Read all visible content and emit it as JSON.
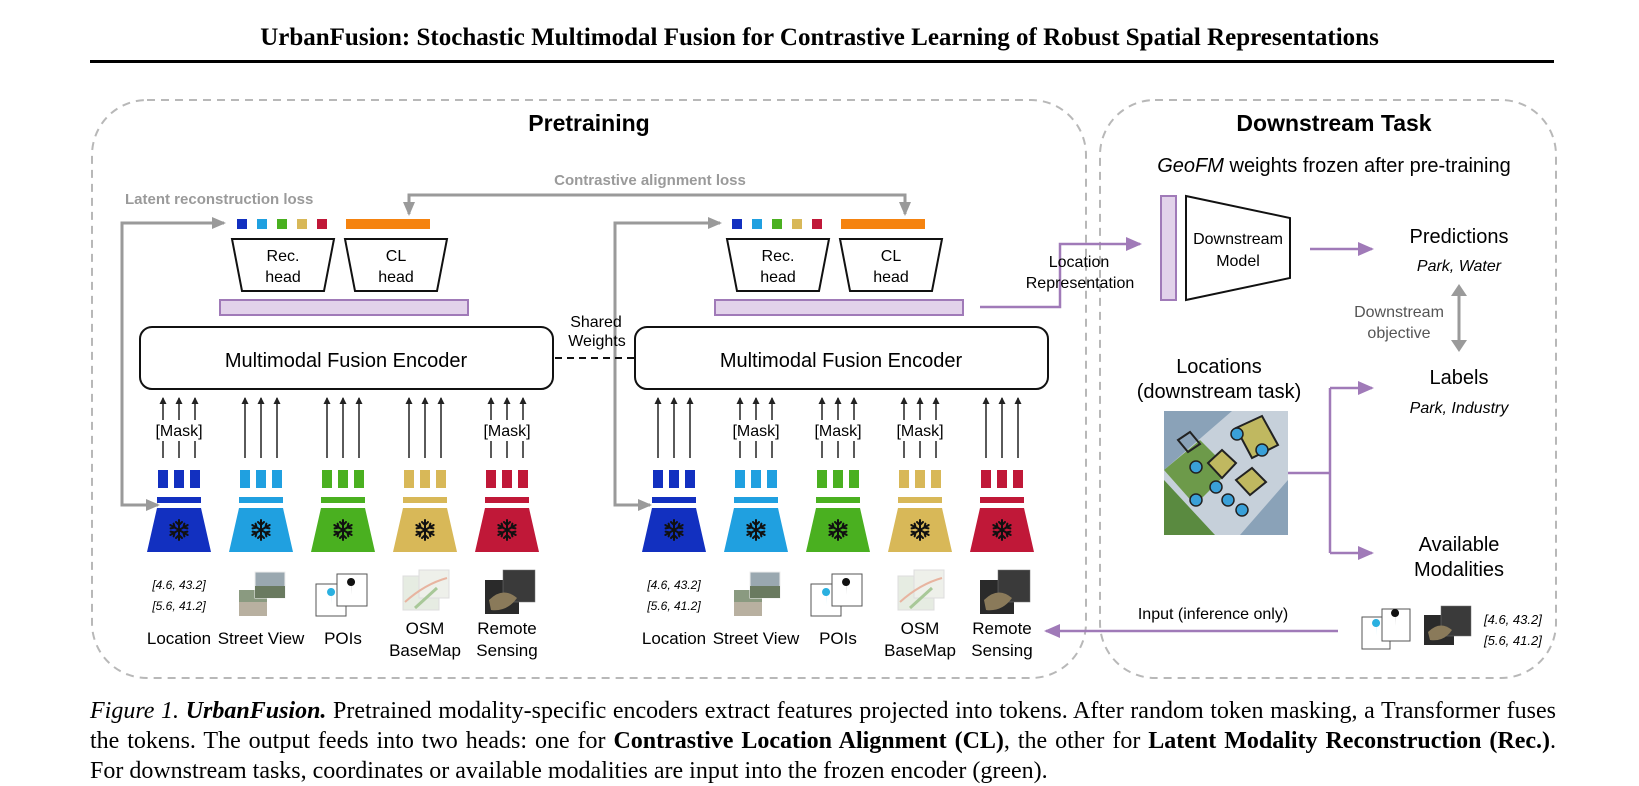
{
  "paper_title": "UrbanFusion: Stochastic Multimodal Fusion for Contrastive Learning of Robust Spatial Representations",
  "figure": {
    "pretraining": {
      "title": "Pretraining",
      "contrastive_loss": "Contrastive alignment loss",
      "latent_loss": "Latent reconstruction loss",
      "rec_head": [
        "Rec.",
        "head"
      ],
      "cl_head": [
        "CL",
        "head"
      ],
      "encoder": "Multimodal Fusion Encoder",
      "shared_weights": [
        "Shared",
        "Weights"
      ],
      "mask": "[Mask]",
      "coords": [
        "[4.6, 43.2]",
        "[5.6, 41.2]"
      ],
      "modalities": [
        {
          "label": [
            "Location"
          ],
          "color": "#1230c0"
        },
        {
          "label": [
            "Street View"
          ],
          "color": "#20a0e0"
        },
        {
          "label": [
            "POIs"
          ],
          "color": "#4ab020"
        },
        {
          "label": [
            "OSM",
            "BaseMap"
          ],
          "color": "#d8b858"
        },
        {
          "label": [
            "Remote",
            "Sensing"
          ],
          "color": "#c01838"
        }
      ],
      "left_masks": [
        0,
        4
      ],
      "right_masks": [
        1,
        2,
        3
      ]
    },
    "downstream": {
      "title": "Downstream Task",
      "weights_note_em": "GeoFM",
      "weights_note_rest": " weights frozen after pre-training",
      "location_repr": [
        "Location",
        "Representation"
      ],
      "model": [
        "Downstream",
        "Model"
      ],
      "predictions": "Predictions",
      "predictions_example": "Park, Water",
      "objective": [
        "Downstream",
        "objective"
      ],
      "labels": "Labels",
      "labels_example": "Park, Industry",
      "locations": [
        "Locations",
        "(downstream task)"
      ],
      "available": [
        "Available",
        "Modalities"
      ],
      "input_note": "Input (inference only)",
      "coords": [
        "[4.6, 43.2]",
        "[5.6, 41.2]"
      ]
    },
    "colors": {
      "purple": "#a07ab8",
      "purple_fill": "#e2d2ea",
      "gray": "#9a9a9a",
      "orange": "#f5830f"
    }
  },
  "caption": {
    "lead": "Figure 1.",
    "name": "UrbanFusion.",
    "t1": " Pretrained modality-specific encoders extract features projected into tokens. After random token masking, a Transformer fuses the tokens. The output feeds into two heads: one for ",
    "b1": "Contrastive Location Alignment (CL)",
    "t2": ", the other for ",
    "b2": "Latent Modality Reconstruction (Rec.)",
    "t3": ". For downstream tasks, coordinates or available modalities are input into the frozen encoder (green)."
  }
}
